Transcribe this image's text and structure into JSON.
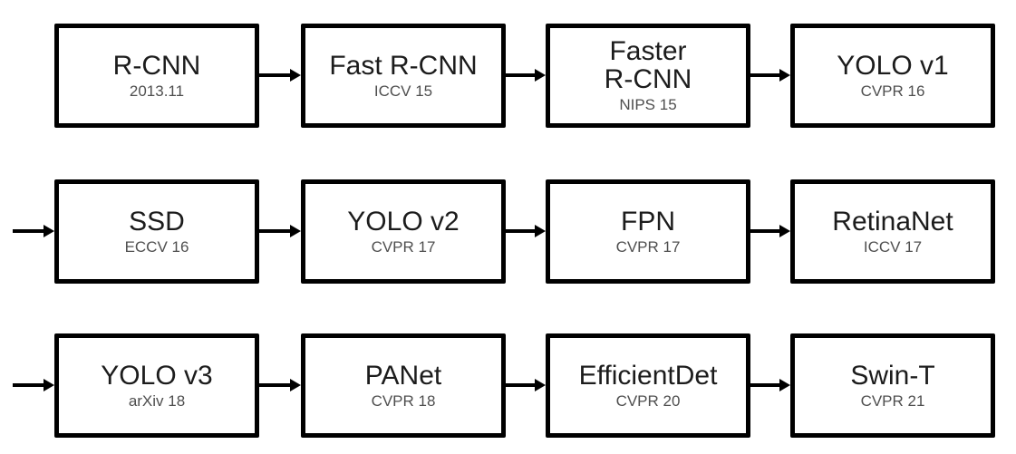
{
  "diagram": {
    "description": "Object detection model timeline flow diagram",
    "colors": {
      "background": "#ffffff",
      "box_border": "#000000",
      "title_text": "#1c1c1c",
      "subtitle_text": "#4f4f4f",
      "arrow": "#000000"
    },
    "rows": [
      {
        "leading_arrow": false,
        "nodes": [
          {
            "title": "R-CNN",
            "subtitle": "2013.11"
          },
          {
            "title": "Fast R-CNN",
            "subtitle": "ICCV 15"
          },
          {
            "title": "Faster\nR-CNN",
            "subtitle": "NIPS 15"
          },
          {
            "title": "YOLO v1",
            "subtitle": "CVPR 16"
          }
        ]
      },
      {
        "leading_arrow": true,
        "nodes": [
          {
            "title": "SSD",
            "subtitle": "ECCV 16"
          },
          {
            "title": "YOLO v2",
            "subtitle": "CVPR 17"
          },
          {
            "title": "FPN",
            "subtitle": "CVPR 17"
          },
          {
            "title": "RetinaNet",
            "subtitle": "ICCV 17"
          }
        ]
      },
      {
        "leading_arrow": true,
        "nodes": [
          {
            "title": "YOLO v3",
            "subtitle": "arXiv 18"
          },
          {
            "title": "PANet",
            "subtitle": "CVPR 18"
          },
          {
            "title": "EfficientDet",
            "subtitle": "CVPR 20"
          },
          {
            "title": "Swin-T",
            "subtitle": "CVPR 21"
          }
        ]
      }
    ]
  }
}
